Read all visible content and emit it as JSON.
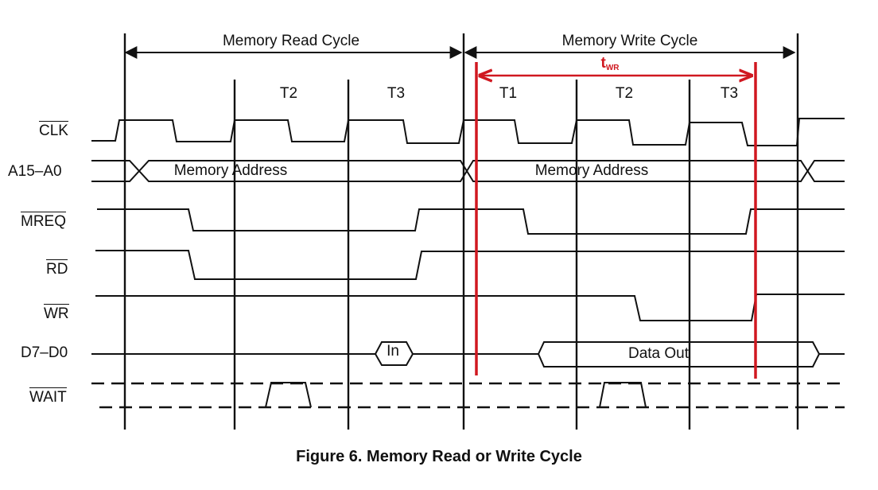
{
  "diagram": {
    "cycles": {
      "read": "Memory Read Cycle",
      "write": "Memory Write Cycle"
    },
    "timing": {
      "twr_main": "t",
      "twr_sub": "WR"
    },
    "states_read": [
      "T2",
      "T3"
    ],
    "states_write": [
      "T1",
      "T2",
      "T3"
    ],
    "signals": [
      {
        "name": "CLK",
        "active_low": true
      },
      {
        "name": "A15–A0",
        "active_low": false
      },
      {
        "name": "MREQ",
        "active_low": true
      },
      {
        "name": "RD",
        "active_low": true
      },
      {
        "name": "WR",
        "active_low": true
      },
      {
        "name": "D7–D0",
        "active_low": false
      },
      {
        "name": "WAIT",
        "active_low": true
      }
    ],
    "bus": {
      "address_read": "Memory Address",
      "address_write": "Memory Address",
      "data_in": "In",
      "data_out": "Data Out"
    },
    "caption": "Figure 6. Memory Read or Write Cycle",
    "colors": {
      "line": "#111111",
      "highlight": "#d01820"
    }
  }
}
